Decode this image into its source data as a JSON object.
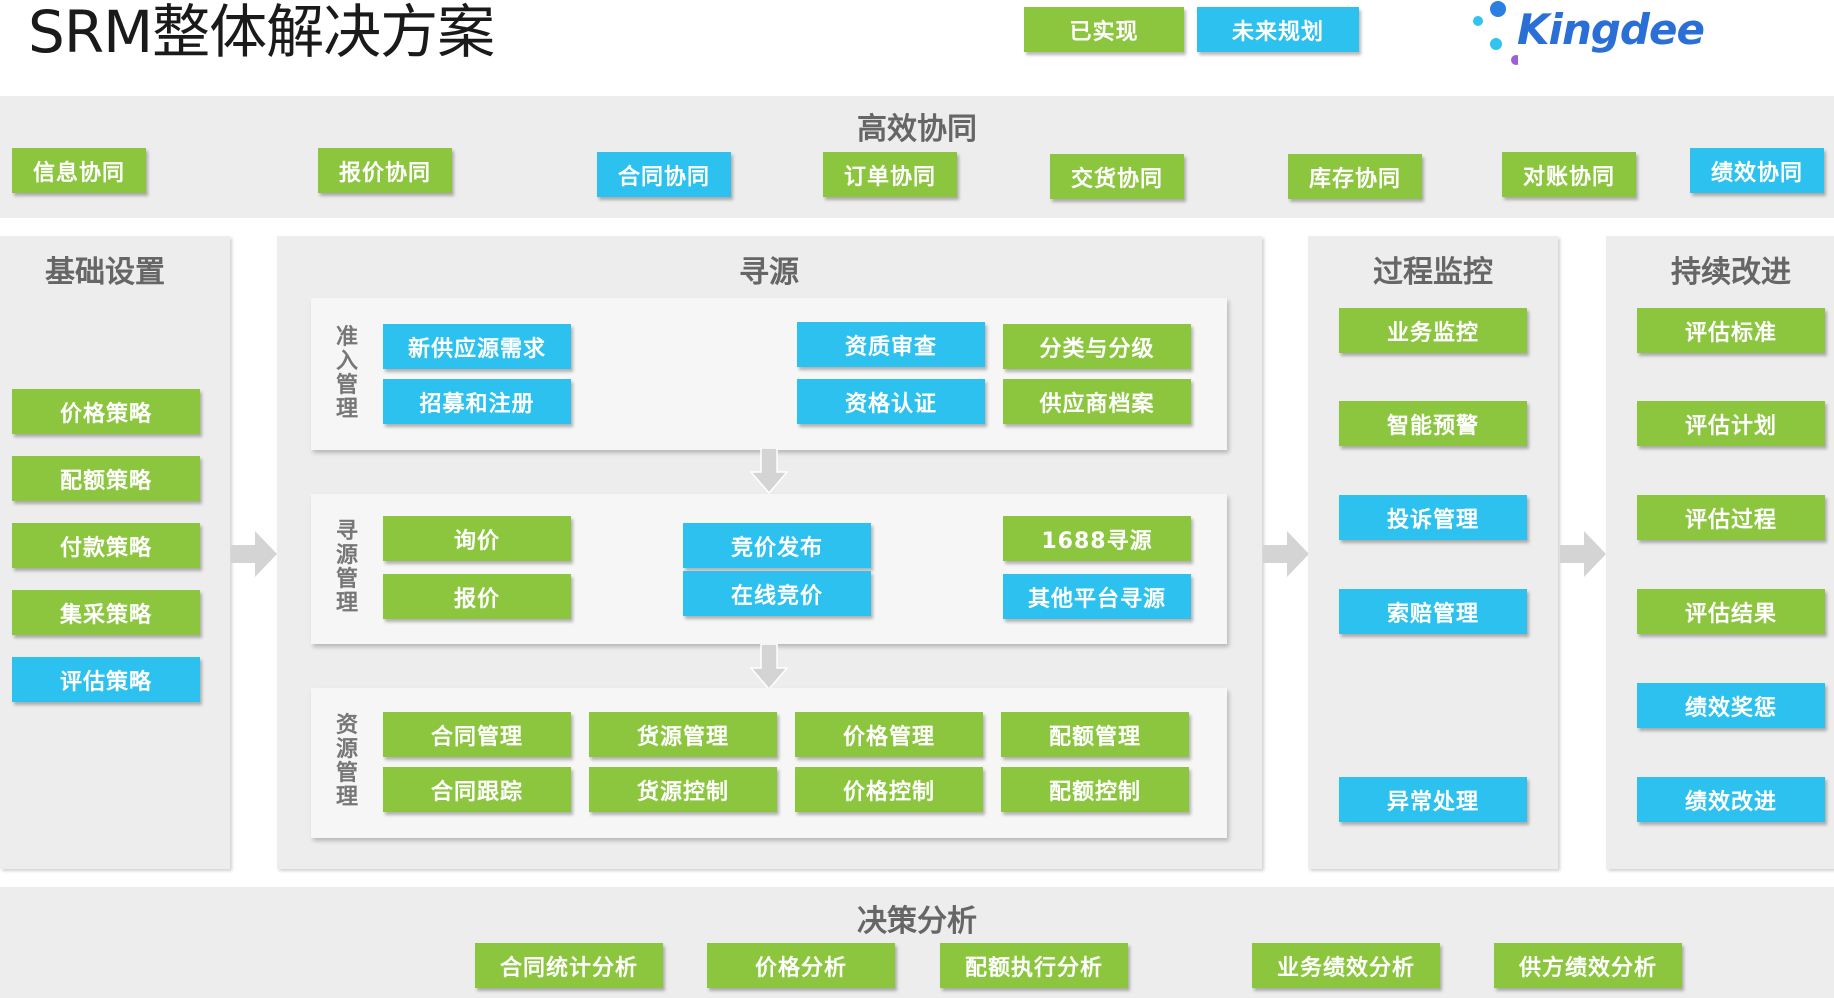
{
  "title": "SRM整体解决方案",
  "legend": {
    "implemented": "已实现",
    "planned": "未来规划"
  },
  "logo": {
    "text": "Kingdee"
  },
  "colors": {
    "implemented": "#8cc63f",
    "planned": "#2dc1ef"
  },
  "collab": {
    "heading": "高效协同",
    "items": [
      "信息协同",
      "报价协同",
      "合同协同",
      "订单协同",
      "交货协同",
      "库存协同",
      "对账协同",
      "绩效协同"
    ]
  },
  "basic": {
    "heading": "基础设置",
    "items": [
      "价格策略",
      "配额策略",
      "付款策略",
      "集采策略",
      "评估策略"
    ]
  },
  "sourcing": {
    "heading": "寻源",
    "admission": {
      "label": "准入管理",
      "items": [
        "新供应源需求",
        "招募和注册",
        "资质审查",
        "资格认证",
        "分类与分级",
        "供应商档案"
      ]
    },
    "sourcing_mgmt": {
      "label": "寻源管理",
      "items": [
        "询价",
        "报价",
        "竞价发布",
        "在线竞价",
        "1688寻源",
        "其他平台寻源"
      ]
    },
    "resource": {
      "label": "资源管理",
      "items": [
        "合同管理",
        "货源管理",
        "价格管理",
        "配额管理",
        "合同跟踪",
        "货源控制",
        "价格控制",
        "配额控制"
      ]
    }
  },
  "monitor": {
    "heading": "过程监控",
    "items": [
      "业务监控",
      "智能预警",
      "投诉管理",
      "索赔管理",
      "异常处理"
    ]
  },
  "improve": {
    "heading": "持续改进",
    "items": [
      "评估标准",
      "评估计划",
      "评估过程",
      "评估结果",
      "绩效奖惩",
      "绩效改进"
    ]
  },
  "decision": {
    "heading": "决策分析",
    "items": [
      "合同统计分析",
      "价格分析",
      "配额执行分析",
      "业务绩效分析",
      "供方绩效分析"
    ]
  }
}
